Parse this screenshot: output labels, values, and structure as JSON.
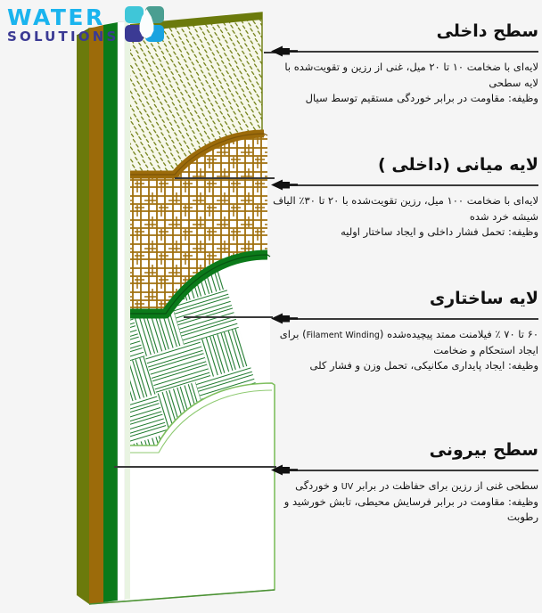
{
  "logo": {
    "icon": "water-droplet-squares-logo",
    "line1": "WATER",
    "line2": "SOLUTIONS",
    "colors": {
      "tile_top_left": "#3fc6d8",
      "tile_top_right": "#4a9e91",
      "tile_bottom_left": "#3b3a94",
      "tile_bottom_right": "#1aa3e0",
      "water_text": "#1ab4ee",
      "solutions_text": "#3b3a94"
    }
  },
  "page": {
    "background": "#f5f5f5",
    "subject": "GRP/FRP pipe wall layer cross-section"
  },
  "annotations": [
    {
      "id": "inner-surface",
      "title": "سطح داخلی",
      "description": "لایه‌ای با ضخامت ۱۰ تا ۲۰ میل، غنی از رزین و تقویت‌شده با لایه سطحی",
      "function": "وظیفه: مقاومت در برابر خوردگی مستقیم توسط سیال"
    },
    {
      "id": "middle-layer",
      "title": "لایه میانی (داخلی )",
      "description": "لایه‌ای با ضخامت ۱۰۰ میل، رزین تقویت‌شده با ۲۰ تا ۳۰٪ الیاف شیشه خرد شده",
      "function": "وظیفه: تحمل فشار داخلی و ایجاد ساختار اولیه"
    },
    {
      "id": "structural-layer",
      "title": "لایه ساختاری",
      "description_before": "۶۰ تا ۷۰ ٪ فیلامنت ممتد پیچیده‌شده (",
      "description_en": "Filament Winding",
      "description_after": ") برای ایجاد استحکام و ضخامت",
      "function": "وظیفه: ایجاد پایداری مکانیکی، تحمل وزن و فشار کلی"
    },
    {
      "id": "outer-surface",
      "title": "سطح بیرونی",
      "description_before": "سطحی غنی از رزین برای حفاظت در برابر ",
      "description_en": "UV",
      "description_after": " و خوردگی",
      "function": "وظیفه: مقاومت در برابر فرسایش محیطی، تابش خورشید و رطوبت"
    }
  ],
  "pipe_layers": [
    {
      "name": "inner-surface-layer",
      "edge_color": "#6b7a0c",
      "fill": "#f6f7e8",
      "texture": "speckled-dashes"
    },
    {
      "name": "middle-layer",
      "edge_color": "#9c6b0a",
      "fill": "#ffffff",
      "texture": "brown-crosshatch-grid"
    },
    {
      "name": "structural-layer",
      "edge_color": "#0b7a1a",
      "fill": "#ffffff",
      "texture": "green-filament-winding"
    },
    {
      "name": "outer-surface-layer",
      "edge_color": "#7fbf5f",
      "fill": "#ffffff",
      "texture": "plain-resin"
    }
  ],
  "arrow_icon": "left-arrow-marker"
}
